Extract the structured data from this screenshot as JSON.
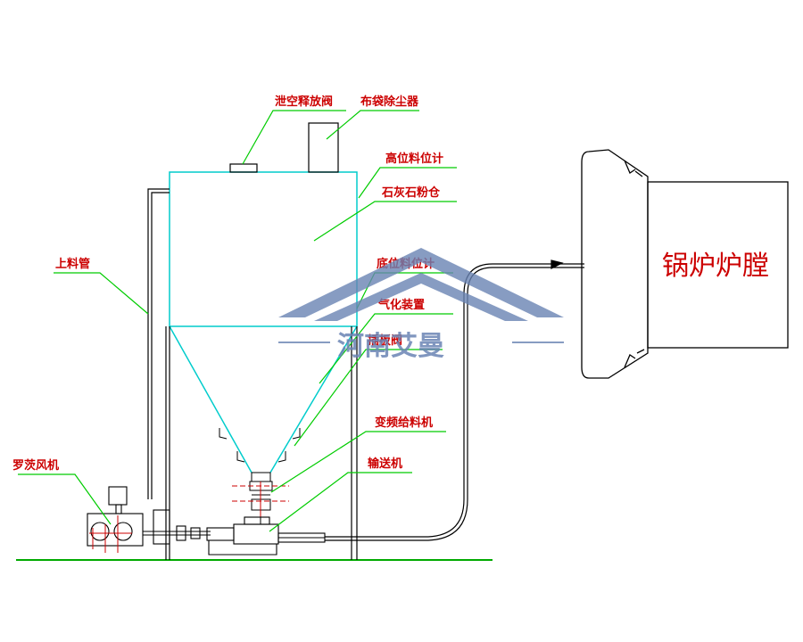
{
  "labels": {
    "relief_valve": "泄空释放阀",
    "bag_filter": "布袋除尘器",
    "high_level_meter": "高位料位计",
    "limestone_silo": "石灰石粉仓",
    "feed_pipe": "上料管",
    "low_level_meter": "底位料位计",
    "aeration_device": "气化装置",
    "gate_valve": "插板阀",
    "vfd_feeder": "变频给料机",
    "conveyor": "输送机",
    "roots_blower": "罗茨风机",
    "furnace": "锅炉炉膛"
  },
  "watermark": {
    "text": "河南艾曼"
  },
  "colors": {
    "label_red": "#cc0000",
    "leader_green": "#00cc00",
    "silo_cyan": "#00cccc",
    "line_black": "#000000",
    "ground_green": "#00aa00",
    "watermark_blue": "#6a84b4"
  }
}
